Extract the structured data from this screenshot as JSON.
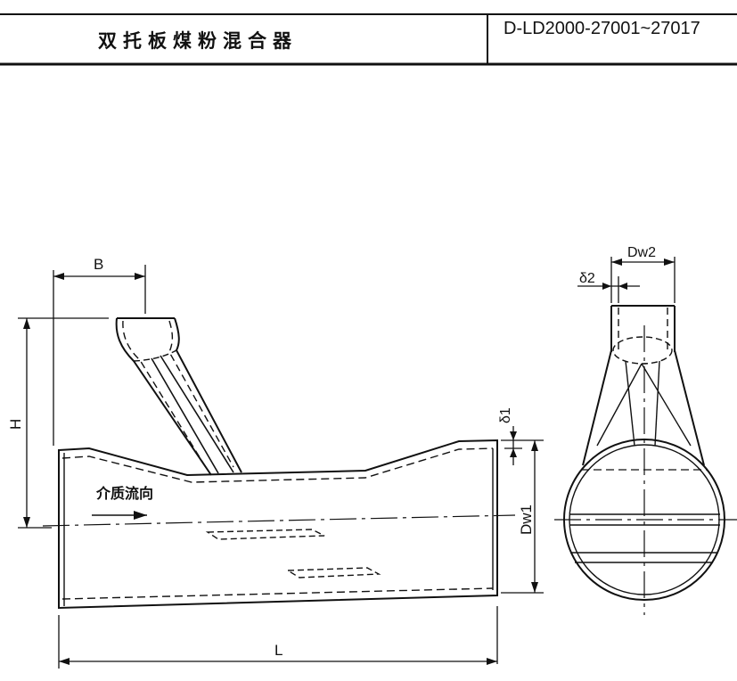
{
  "header": {
    "title": "双托板煤粉混合器",
    "code": "D-LD2000-27001~27017"
  },
  "labels": {
    "B": "B",
    "H": "H",
    "L": "L",
    "delta1": "δ1",
    "Dw1": "Dw1",
    "Dw2": "Dw2",
    "delta2": "δ2",
    "flow": "介质流向"
  }
}
